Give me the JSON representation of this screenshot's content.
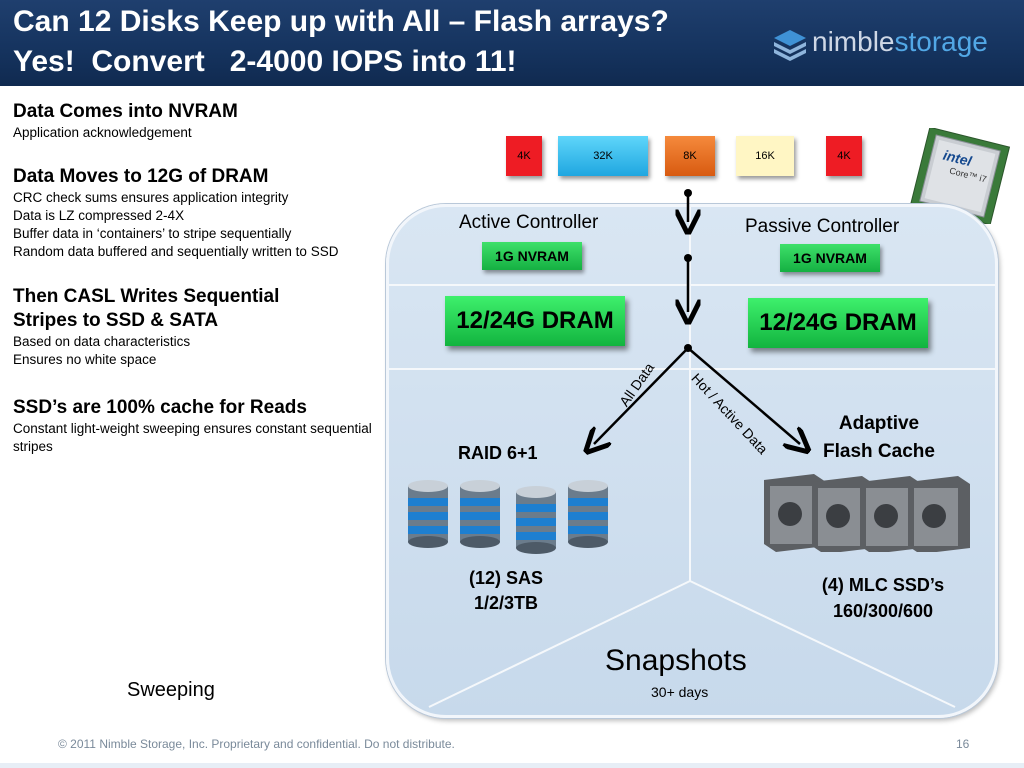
{
  "header": {
    "title_line1": "Can 12 Disks Keep up with All – Flash arrays?",
    "title_line2": "Yes!  Convert   2-4000 IOPS into 11!",
    "logo_regular": "nimble",
    "logo_bold": "storage"
  },
  "sections": [
    {
      "heading": "Data Comes into NVRAM",
      "lines": [
        "Application acknowledgement"
      ]
    },
    {
      "heading": "Data Moves to 12G of DRAM",
      "lines": [
        "CRC check sums ensures application integrity",
        "Data is LZ compressed 2-4X",
        "Buffer data in ‘containers’ to stripe sequentially",
        "Random data buffered and sequentially written to SSD"
      ]
    },
    {
      "heading": "Then CASL Writes Sequential Stripes to SSD & SATA",
      "lines": [
        "Based on data characteristics",
        "Ensures no white space"
      ]
    },
    {
      "heading": "SSD’s are 100% cache for Reads",
      "lines": [
        "Constant light-weight sweeping ensures constant sequential stripes"
      ]
    }
  ],
  "data_blocks": [
    {
      "label": "4K",
      "color": "#ee1c24"
    },
    {
      "label": "32K",
      "color": "#36c3f2"
    },
    {
      "label": "8K",
      "color": "#e96a1e"
    },
    {
      "label": "16K",
      "color": "#fff6c4"
    },
    {
      "label": "4K",
      "color": "#ee1c24"
    }
  ],
  "cpu": {
    "brand": "intel",
    "model": "Core™ i7"
  },
  "diagram": {
    "active_controller": "Active Controller",
    "passive_controller": "Passive Controller",
    "nvram_label": "1G NVRAM",
    "dram_label": "12/24G DRAM",
    "all_data": "All Data",
    "hot_active": "Hot / Active Data",
    "raid_label": "RAID 6+1",
    "flash_cache_line1": "Adaptive",
    "flash_cache_line2": "Flash Cache",
    "sas_line1": "(12) SAS",
    "sas_line2": "1/2/3TB",
    "ssd_line1": "(4) MLC SSD’s",
    "ssd_line2": "160/300/600",
    "snapshots": "Snapshots",
    "snapshots_sub": "30+ days"
  },
  "sweeping": "Sweeping",
  "footer": {
    "copyright": "© 2011  Nimble Storage, Inc. Proprietary and confidential. Do not distribute.",
    "page": "16"
  },
  "colors": {
    "header_bg": "#17365f",
    "accent_green": "#1ec24e",
    "panel_bg": "#d3e2f0"
  }
}
